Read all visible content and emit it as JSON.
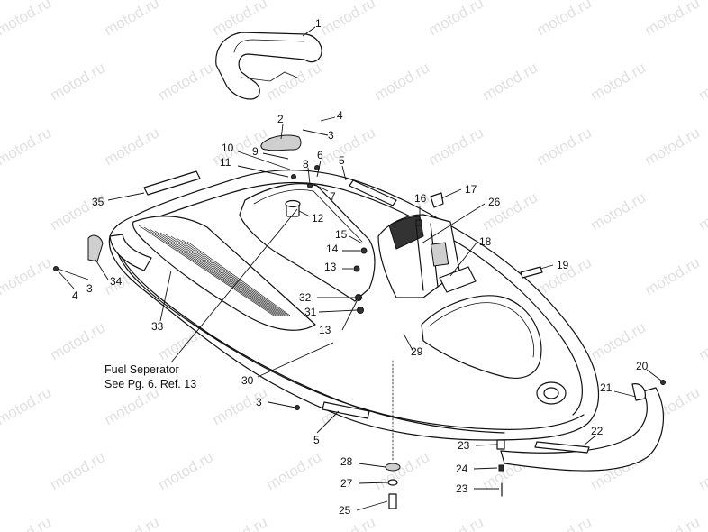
{
  "watermark": "motod.ru",
  "note": {
    "line1": "Fuel Seperator",
    "line2": "See Pg. 6. Ref. 13"
  },
  "callouts": {
    "c1": "1",
    "c2": "2",
    "c3a": "3",
    "c4a": "4",
    "c5a": "5",
    "c6": "6",
    "c7": "7",
    "c8": "8",
    "c9": "9",
    "c10": "10",
    "c11": "11",
    "c12": "12",
    "c13a": "13",
    "c13b": "13",
    "c14": "14",
    "c15": "15",
    "c16": "16",
    "c17": "17",
    "c18": "18",
    "c19": "19",
    "c20": "20",
    "c21": "21",
    "c22": "22",
    "c23a": "23",
    "c23b": "23",
    "c24": "24",
    "c25": "25",
    "c26": "26",
    "c27": "27",
    "c28": "28",
    "c29": "29",
    "c30": "30",
    "c31": "31",
    "c32": "32",
    "c33": "33",
    "c34": "34",
    "c35": "35",
    "c3b": "3",
    "c4b": "4",
    "c3c": "3",
    "c5b": "5"
  }
}
